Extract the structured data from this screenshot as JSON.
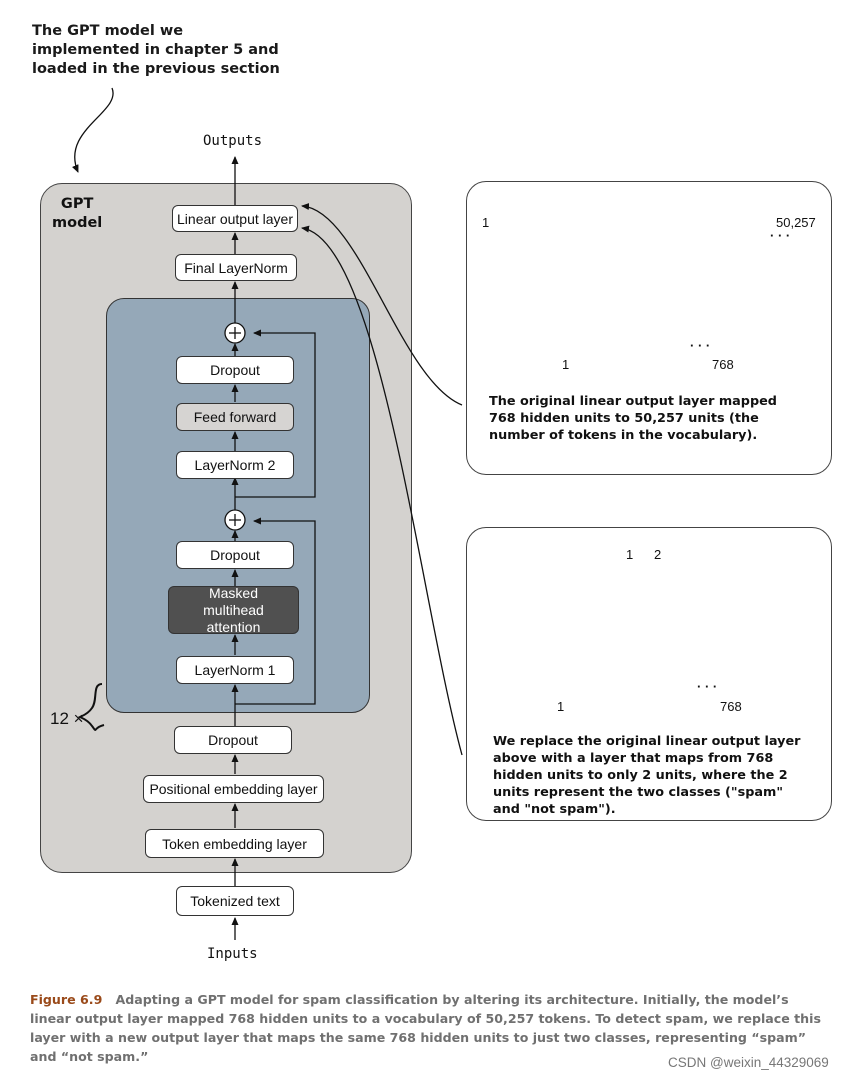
{
  "annotation_top": "The GPT model we implemented in chapter 5 and loaded in the previous section",
  "outputs_label": "Outputs",
  "inputs_label": "Inputs",
  "gpt_model": {
    "label_line1": "GPT",
    "label_line2": "model",
    "linear_output": "Linear output layer",
    "final_layernorm": "Final LayerNorm",
    "dropout_top": "Dropout",
    "feed_forward": "Feed forward",
    "layernorm2": "LayerNorm 2",
    "dropout_mid": "Dropout",
    "masked_attention": "Masked multihead attention",
    "layernorm1": "LayerNorm 1",
    "repeat": "12 ×",
    "dropout_bottom": "Dropout",
    "positional": "Positional embedding layer",
    "token": "Token embedding layer",
    "tokenized": "Tokenized text"
  },
  "panel_original": {
    "top_left": "1",
    "top_right": "50,257",
    "bottom_left": "1",
    "bottom_right": "768",
    "ellipsis": "· · ·",
    "text": "The original linear output layer mapped 768 hidden units to 50,257 units (the number of tokens in the vocabulary)."
  },
  "panel_new": {
    "out1": "1",
    "out2": "2",
    "bottom_left": "1",
    "bottom_right": "768",
    "ellipsis": "· · ·",
    "text": "We replace the original linear output layer above with a layer that maps from 768 hidden units to only 2 units, where the 2 units represent the two classes (\"spam\" and \"not spam\")."
  },
  "caption": {
    "figure": "Figure 6.9",
    "text": "Adapting a GPT model for spam classification by altering its architecture. Initially, the model’s linear output layer mapped 768 hidden units to a vocabulary of 50,257 tokens. To detect spam, we replace this layer with a new output layer that maps the same 768 hidden units to just two classes, representing “spam” and “not spam.”"
  },
  "watermark": "CSDN @weixin_44329069"
}
